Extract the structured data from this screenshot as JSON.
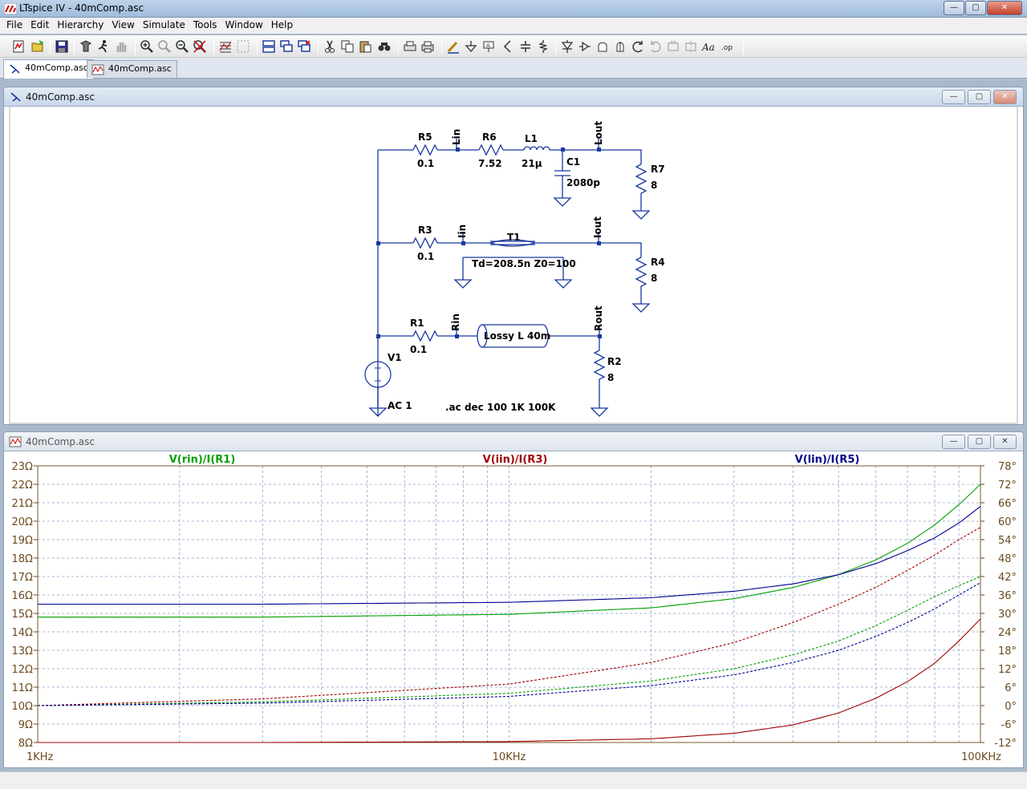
{
  "window": {
    "title": "LTspice IV - 40mComp.asc",
    "controls": {
      "minimize": "—",
      "maximize": "▢",
      "close": "✕"
    }
  },
  "menu": [
    "File",
    "Edit",
    "Hierarchy",
    "View",
    "Simulate",
    "Tools",
    "Window",
    "Help"
  ],
  "toolbar": {
    "icons": [
      "new-schematic",
      "open",
      "save",
      "control-panel",
      "run",
      "halt",
      "zoom-in",
      "pan",
      "zoom-out",
      "zoom-cancel",
      "autorange",
      "fit",
      "tile-horizontal",
      "cascade",
      "close-all",
      "cut",
      "copy",
      "paste",
      "find",
      "print-setup",
      "print",
      "draw-wire",
      "ground",
      "label-net",
      "component",
      "resistor",
      "capacitor",
      "inductor",
      "diode",
      "component-symbol",
      "move",
      "drag",
      "undo",
      "redo",
      "rotate",
      "mirror",
      "text",
      "spice-directive"
    ]
  },
  "tabs": [
    {
      "label": "40mComp.asc",
      "kind": "schematic",
      "active": true
    },
    {
      "label": "40mComp.asc",
      "kind": "waveform",
      "active": false
    }
  ],
  "schematic_window": {
    "title": "40mComp.asc",
    "components": {
      "R5": {
        "name": "R5",
        "value": "0.1"
      },
      "R6": {
        "name": "R6",
        "value": "7.52"
      },
      "L1": {
        "name": "L1",
        "value": "21µ"
      },
      "C1": {
        "name": "C1",
        "value": "2080p"
      },
      "R7": {
        "name": "R7",
        "value": "8"
      },
      "R3": {
        "name": "R3",
        "value": "0.1"
      },
      "T1": {
        "name": "T1",
        "value": "Td=208.5n Z0=100"
      },
      "R4": {
        "name": "R4",
        "value": "8"
      },
      "R1": {
        "name": "R1",
        "value": "0.1"
      },
      "LossyLine": {
        "name": "Lossy L 40m"
      },
      "R2": {
        "name": "R2",
        "value": "8"
      },
      "V1": {
        "name": "V1",
        "value": "AC 1"
      }
    },
    "net_labels": {
      "lin": "Lin",
      "lout": "Lout",
      "iin": "Iin",
      "iout": "Iout",
      "rin": "Rin",
      "rout": "Rout"
    },
    "directive": ".ac dec 100 1K 100K"
  },
  "waveform_window": {
    "title": "40mComp.asc",
    "traces": [
      {
        "label": "V(rin)/I(R1)",
        "color": "#00a000"
      },
      {
        "label": "V(iin)/I(R3)",
        "color": "#a00000"
      },
      {
        "label": "V(lin)/I(R5)",
        "color": "#000090"
      }
    ]
  },
  "chart_data": {
    "type": "line",
    "xscale": "log",
    "xlim": [
      1000,
      100000
    ],
    "x_ticks": [
      "1KHz",
      "10KHz",
      "100KHz"
    ],
    "y_left": {
      "unit": "Ω",
      "range": [
        8,
        23
      ],
      "ticks": [
        "23Ω",
        "22Ω",
        "21Ω",
        "20Ω",
        "19Ω",
        "18Ω",
        "17Ω",
        "16Ω",
        "15Ω",
        "14Ω",
        "13Ω",
        "12Ω",
        "11Ω",
        "10Ω",
        "9Ω",
        "8Ω"
      ]
    },
    "y_right": {
      "unit": "°",
      "range": [
        -12,
        78
      ],
      "ticks": [
        "78°",
        "72°",
        "66°",
        "60°",
        "54°",
        "48°",
        "42°",
        "36°",
        "30°",
        "24°",
        "18°",
        "12°",
        "6°",
        "0°",
        "-6°",
        "-12°"
      ]
    },
    "grid": true,
    "x": [
      1000,
      3000,
      10000,
      20000,
      30000,
      40000,
      50000,
      60000,
      70000,
      80000,
      90000,
      100000
    ],
    "series": [
      {
        "name": "V(rin)/I(R1)",
        "quantity": "magnitude",
        "color": "#00a000",
        "values": [
          14.8,
          14.8,
          14.95,
          15.3,
          15.8,
          16.4,
          17.1,
          17.9,
          18.8,
          19.8,
          20.9,
          22.0
        ]
      },
      {
        "name": "V(iin)/I(R3)",
        "quantity": "magnitude",
        "color": "#a00000",
        "values": [
          8.0,
          8.0,
          8.05,
          8.2,
          8.5,
          8.95,
          9.6,
          10.4,
          11.3,
          12.3,
          13.5,
          14.7
        ]
      },
      {
        "name": "V(lin)/I(R5)",
        "quantity": "magnitude",
        "color": "#000090",
        "values": [
          15.5,
          15.5,
          15.6,
          15.85,
          16.2,
          16.6,
          17.1,
          17.7,
          18.4,
          19.1,
          19.9,
          20.8
        ]
      },
      {
        "name": "V(rin)/I(R1)",
        "quantity": "phase",
        "color": "#00a000",
        "values": [
          0.0,
          1.2,
          4.0,
          8.0,
          12.0,
          16.5,
          21.0,
          26.0,
          31.0,
          35.5,
          39.0,
          42.0
        ]
      },
      {
        "name": "V(iin)/I(R3)",
        "quantity": "phase",
        "color": "#a00000",
        "values": [
          0.0,
          2.2,
          7.0,
          14.0,
          20.5,
          27.0,
          33.0,
          38.5,
          44.0,
          49.0,
          54.0,
          58.0
        ]
      },
      {
        "name": "V(lin)/I(R5)",
        "quantity": "phase",
        "color": "#000090",
        "values": [
          0.0,
          0.8,
          3.0,
          6.5,
          10.0,
          14.0,
          18.0,
          22.5,
          27.0,
          31.5,
          36.0,
          40.0
        ]
      }
    ]
  }
}
